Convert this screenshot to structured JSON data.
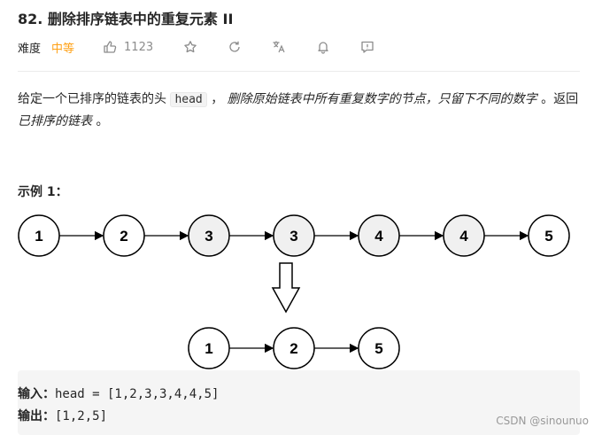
{
  "problem": {
    "title": "82. 删除排序链表中的重复元素 II",
    "difficulty_label": "难度",
    "difficulty_value": "中等",
    "likes": "1123"
  },
  "icons": [
    "thumbs-up-icon",
    "star-icon",
    "refresh-icon",
    "translate-icon",
    "bell-icon",
    "feedback-icon"
  ],
  "colors": {
    "difficulty_medium": "#ffa116",
    "node_dup_fill": "#f0f0f0",
    "io_bg": "#f5f5f5"
  },
  "description": {
    "p1": "给定一个已排序的链表的头 ",
    "code": "head",
    "p2": " ， ",
    "italic1": "删除原始链表中所有重复数字的节点，只留下不同的数字",
    "p3": " 。返回 ",
    "italic2": "已排序的链表",
    "p4": " 。"
  },
  "example": {
    "title": "示例 1：",
    "input_label": "输入：",
    "input_value": "head = [1,2,3,3,4,4,5]",
    "output_label": "输出：",
    "output_value": "[1,2,5]",
    "input_list": [
      {
        "value": "1",
        "dup": false
      },
      {
        "value": "2",
        "dup": false
      },
      {
        "value": "3",
        "dup": true
      },
      {
        "value": "3",
        "dup": true
      },
      {
        "value": "4",
        "dup": true
      },
      {
        "value": "4",
        "dup": true
      },
      {
        "value": "5",
        "dup": false
      }
    ],
    "output_list": [
      "1",
      "2",
      "5"
    ]
  },
  "watermark": "CSDN @sinounuo"
}
